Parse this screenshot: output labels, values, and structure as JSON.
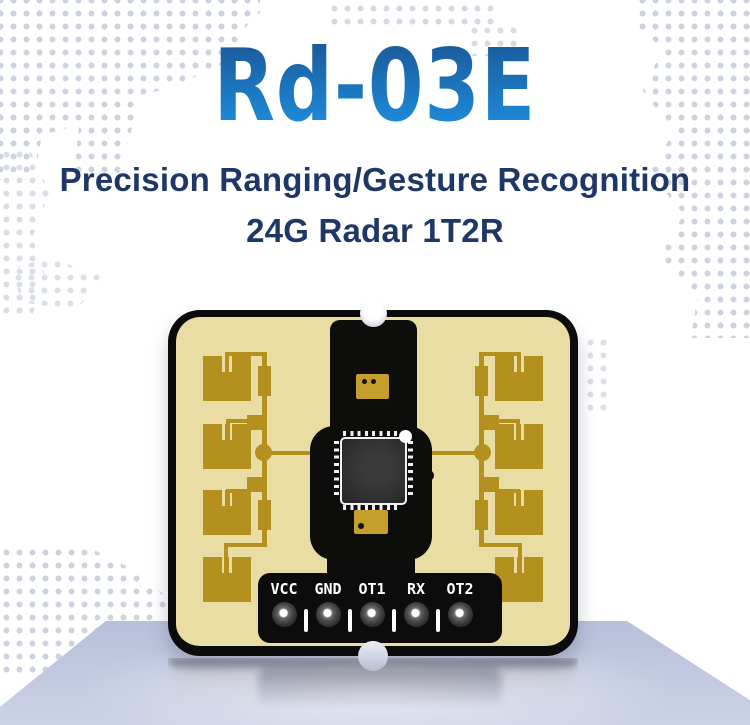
{
  "header": {
    "model": "Rd-03E",
    "tagline_line1": "Precision Ranging/Gesture Recognition",
    "tagline_line2": "24G Radar 1T2R"
  },
  "pcb": {
    "pin_labels": [
      "VCC",
      "GND",
      "OT1",
      "RX",
      "OT2"
    ]
  },
  "colors": {
    "title_gradient_top": "#1a5c9c",
    "title_gradient_bottom": "#1e88d6",
    "tagline_text": "#1e3766",
    "pcb_body": "#e9dda3",
    "pcb_copper": "#b4911e",
    "pcb_black": "#0d0d0c",
    "platform_surface": "#bfc7df",
    "map_dots": "#ccd2de"
  }
}
